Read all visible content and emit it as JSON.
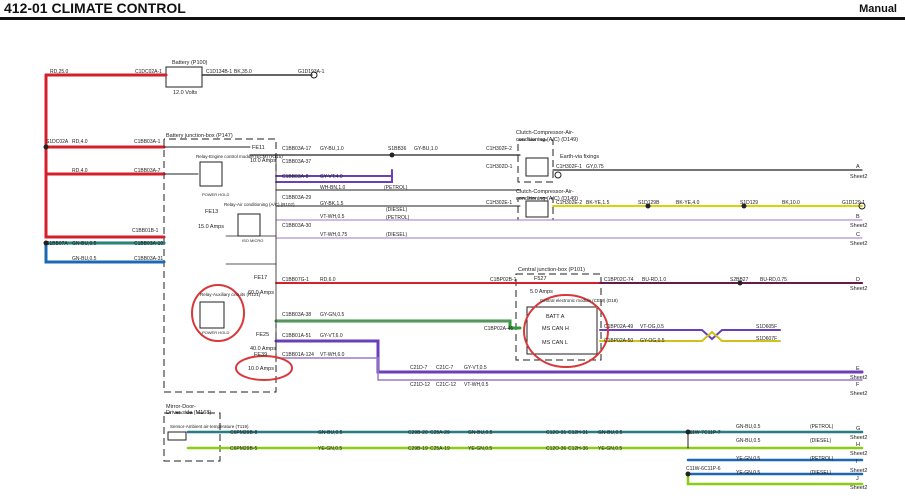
{
  "header": {
    "title": "412-01 CLIMATE CONTROL",
    "subtitle": "Manual"
  },
  "components": {
    "battery": {
      "name": "Battery (P100)",
      "voltage": "12.0 Volts"
    },
    "bjb": {
      "name": "Battery junction-box (P147)"
    },
    "clutch1": {
      "name": "Clutch-Compressor-Air-conditioning (A/C) (D149)",
      "line1": "Clutch-Compressor-Air-",
      "line2": "conditioning (A/C) (D149)",
      "earth": "Earth-via fixings"
    },
    "clutch2": {
      "name": "Clutch-Compressor-Air-conditioning (A/C) (D149)",
      "line1": "Clutch-Compressor-Air-",
      "line2": "conditioning (A/C) (D149)"
    },
    "relay_engine": {
      "name": "Relay-Engine control module (ECM) (R115)",
      "state": "POWER HOLD"
    },
    "relay_ac": {
      "name": "Relay-Air conditioning (A/C) (R102)",
      "state": "ISO MICRO"
    },
    "relay_aux": {
      "name": "Relay-Auxiliary circuits (R121)",
      "state": "POWER HOLD"
    },
    "cjb": {
      "name": "Central junction-box (P101)",
      "module": "Central electronic module (CEM) (D18)",
      "batt": "BATT A",
      "can_h": "MS CAN H",
      "can_l": "MS CAN L"
    },
    "mirror": {
      "name": "Mirror-Door-Driver side (M168)",
      "line1": "Mirror-Door-",
      "line2": "Driver side (M168)",
      "sensor": "Sensor-Ambient air-temperature (T119)"
    }
  },
  "fuses": [
    {
      "id": "FE11",
      "rating": "10.0 Amps"
    },
    {
      "id": "FE13",
      "rating": "15.0 Amps"
    },
    {
      "id": "FE17",
      "rating": "60.0 Amps"
    },
    {
      "id": "FE25",
      "rating": "40.0 Amps"
    },
    {
      "id": "FE39",
      "rating": "10.0 Amps"
    },
    {
      "id": "F527",
      "rating": "5.0 Amps"
    }
  ],
  "connectors": {
    "c1dc02a1": "C1DC02A-1",
    "c1d134b1": "C1D134B-1",
    "g1d193a1": "G1D193A-1",
    "s1dc02a": "S1DC02A",
    "c1bb03a1": "C1BB03A-1",
    "c1bb03a7": "C1BB03A-7",
    "c1bb03a17": "C1BB03A-17",
    "c1bb03a37": "C1BB03A-37",
    "c1bb03a8": "C1BB03A-8",
    "s1bb36": "S1BB36",
    "c1h302f2": "C1H302F-2",
    "c1h302d1": "C1H302D-1",
    "c1h302f1": "C1H302F-1",
    "c1bb03a29": "C1BB03A-29",
    "c1bb03a30": "C1BB03A-30",
    "c1h302e1": "C1H302E-1",
    "c1h302e2": "C1H302E-2",
    "s1d129b": "S1D129B",
    "s1d129": "S1D129",
    "g1d1291": "G1D129-1",
    "c1bb01b1": "C1BB01B-1",
    "c1bb03a10": "C1BB03A-10",
    "s1bb07a": "S1BB07A",
    "c1bb03a31": "C1BB03A-31",
    "c1bb07g1": "C1BB07G-1",
    "c1bp02b1": "C1BP02B-1",
    "c1bp02c74": "C1BP02C-74",
    "s2bb27": "S2BB27",
    "c1bb03a38": "C1BB03A-38",
    "c1bb01a51": "C1BB01A-51",
    "c1bp02a46": "C1BP02A-46",
    "c1bp02a49": "C1BP02A-49",
    "c1bp02a50": "C1BP02A-50",
    "s1d605f": "S1D605F",
    "s1d607f": "S1D607F",
    "c1bb01a124": "C1BB01A-124",
    "c21d7": "C21D-7",
    "c21c7": "C21C-7",
    "c21d12": "C21D-12",
    "c21c12": "C21C-12",
    "c6pm29b8": "C6PM29B-8",
    "c29b20": "C29B-20",
    "c25a29": "C25A-29",
    "c12031": "C12O-31",
    "c12h31": "C12H-31",
    "c11w7": "C11W-7",
    "c11p7": "C11P-7",
    "c6pm29b5": "C6PM29B-5",
    "c29b19": "C29B-19",
    "c25a19": "C25A-19",
    "c12036": "C12O-36",
    "c12h36": "C12H-36",
    "c11w6": "C11W-6",
    "c11p6": "C11P-6"
  },
  "wires": {
    "rd25": "RD,25.0",
    "bk35": "BK,35.0",
    "rd4a": "RD,4.0",
    "rd4b": "RD,4.0",
    "gybu1": "GY-BU,1.0",
    "gybu1b": "GY-BU,1.0",
    "gyvt": "GY-VT,4.0",
    "gy075": "GY,0.75",
    "whbn": "WH-BN,1.0",
    "petrol": "(PETROL)",
    "gybk": "GY-BK,1.5",
    "diesel": "(DIESEL)",
    "vtwh05": "VT-WH,0.5",
    "vtwh075": "VT-WH,0.75",
    "bkye15": "BK-YE,1.5",
    "bkye4": "BK-YE,4.0",
    "bk10": "BK,10.0",
    "gnbu05a": "GN-BU,0.5",
    "gnbu05b": "GN-BU,0.5",
    "rd6": "RD,6.0",
    "burd1": "BU-RD,1.0",
    "burd075": "BU-RD,0.75",
    "gygn05": "GY-GN,0.5",
    "gyvt6": "GY-VT,6.0",
    "vtog": "VT-OG,0.5",
    "gyog": "GY-OG,0.5",
    "vtwh6": "VT-WH,6.0",
    "gyvt05": "GY-VT,0.5",
    "vtwh05b": "VT-WH,0.5",
    "gnbu05c": "GN-BU,0.5",
    "gnbu05d": "GN-BU,0.5",
    "gnbu05e": "GN-BU,0.5",
    "gnbu05f": "GN-BU,0.5",
    "gnbu05g": "GN-BU,0.5",
    "yegn05a": "YE-GN,0.5",
    "yegn05b": "YE-GN,0.5",
    "yegn05c": "YE-GN,0.5",
    "yegn05d": "YE-GN,0.5",
    "yegn05e": "YE-GN,0.5",
    "yegn05f": "YE-GN,0.5"
  },
  "variants": {
    "petrol": "(PETROL)",
    "diesel": "(DIESEL)"
  },
  "sheet_refs": [
    {
      "letter": "A",
      "sheet": "Sheet2"
    },
    {
      "letter": "B",
      "sheet": "Sheet2"
    },
    {
      "letter": "C",
      "sheet": "Sheet2"
    },
    {
      "letter": "D",
      "sheet": "Sheet2"
    },
    {
      "letter": "E",
      "sheet": "Sheet2"
    },
    {
      "letter": "F",
      "sheet": "Sheet2"
    },
    {
      "letter": "G",
      "sheet": "Sheet2"
    },
    {
      "letter": "H",
      "sheet": "Sheet2"
    },
    {
      "letter": "I",
      "sheet": "Sheet2"
    },
    {
      "letter": "J",
      "sheet": "Sheet2"
    }
  ],
  "colors": {
    "red": "#d4202a",
    "purple": "#6a3fb8",
    "blue": "#1c68b4",
    "green": "#2e9a3a",
    "lime": "#8ccc14",
    "yellow": "#d8d40a",
    "violet_light": "#9a7ac8",
    "bu_rd": "#6a1a4a",
    "dark": "#222222"
  }
}
